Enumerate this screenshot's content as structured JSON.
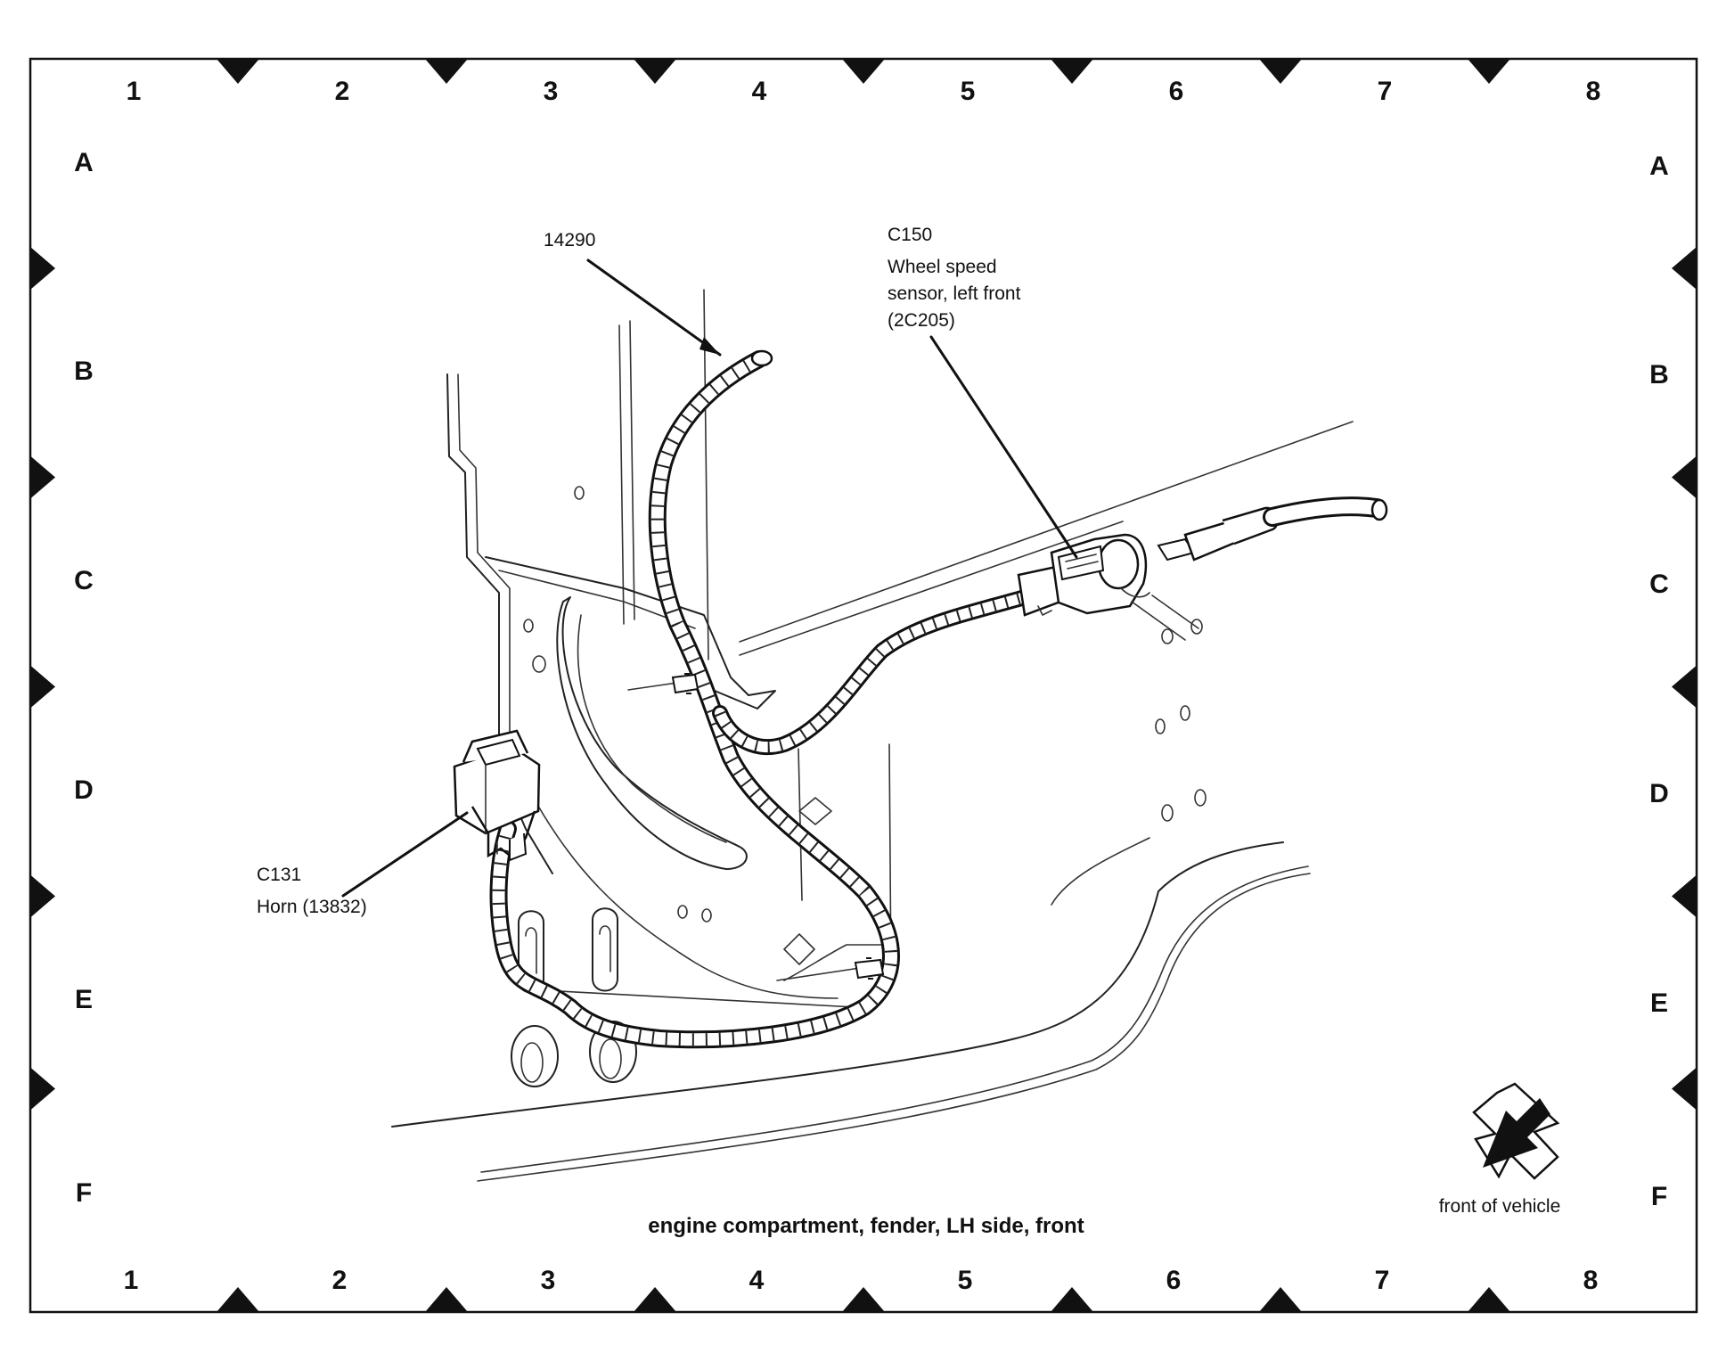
{
  "grid": {
    "columns": [
      "1",
      "2",
      "3",
      "4",
      "5",
      "6",
      "7",
      "8"
    ],
    "rows": [
      "A",
      "B",
      "C",
      "D",
      "E",
      "F"
    ]
  },
  "callouts": {
    "harness_id": "14290",
    "c150_id": "C150",
    "c150_desc_1": "Wheel speed",
    "c150_desc_2": "sensor, left front",
    "c150_desc_3": "(2C205)",
    "c131_id": "C131",
    "c131_desc": "Horn (13832)"
  },
  "caption": "engine compartment, fender, LH side, front",
  "orientation": {
    "label": "front of vehicle",
    "icon": "front-direction-arrow-icon"
  },
  "colors": {
    "ink": "#111111",
    "background": "#ffffff"
  }
}
